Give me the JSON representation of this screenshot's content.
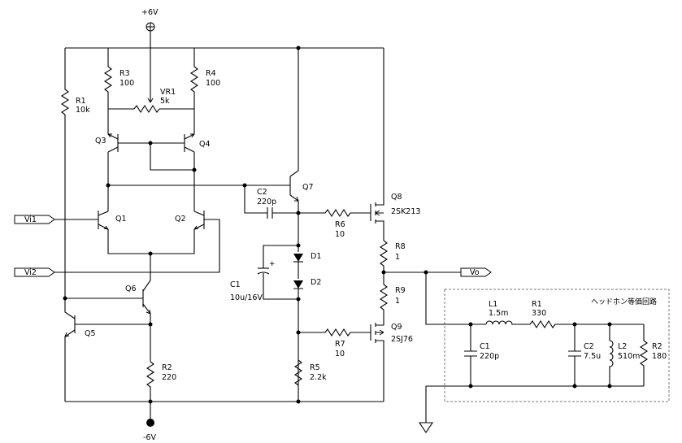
{
  "supply": {
    "positive": "+6V",
    "negative": "-6V"
  },
  "components": {
    "R3": {
      "ref": "R3",
      "value": "100"
    },
    "R4": {
      "ref": "R4",
      "value": "100"
    },
    "VR1": {
      "ref": "VR1",
      "value": "5k"
    },
    "R1": {
      "ref": "R1",
      "value": "10k"
    },
    "R2": {
      "ref": "R2",
      "value": "220"
    },
    "R5": {
      "ref": "R5",
      "value": "2.2k"
    },
    "R6": {
      "ref": "R6",
      "value": "10"
    },
    "R7": {
      "ref": "R7",
      "value": "10"
    },
    "R8": {
      "ref": "R8",
      "value": "1"
    },
    "R9": {
      "ref": "R9",
      "value": "1"
    },
    "C1": {
      "ref": "C1",
      "value": "10u/16V"
    },
    "C2": {
      "ref": "C2",
      "value": "220p"
    },
    "D1": {
      "ref": "D1"
    },
    "D2": {
      "ref": "D2"
    },
    "Q1": {
      "ref": "Q1"
    },
    "Q2": {
      "ref": "Q2"
    },
    "Q3": {
      "ref": "Q3"
    },
    "Q4": {
      "ref": "Q4"
    },
    "Q5": {
      "ref": "Q5"
    },
    "Q6": {
      "ref": "Q6"
    },
    "Q7": {
      "ref": "Q7"
    },
    "Q8": {
      "ref": "Q8",
      "value": "2SK213"
    },
    "Q9": {
      "ref": "Q9",
      "value": "2SJ76"
    }
  },
  "ports": {
    "in1": "Vi1",
    "in2": "Vi2",
    "out": "Vo"
  },
  "headphone": {
    "title": "ヘッドホン等価回路",
    "L1": {
      "ref": "L1",
      "value": "1.5m"
    },
    "R1": {
      "ref": "R1",
      "value": "330"
    },
    "C1": {
      "ref": "C1",
      "value": "220p"
    },
    "C2": {
      "ref": "C2",
      "value": "7.5u"
    },
    "L2": {
      "ref": "L2",
      "value": "510m"
    },
    "R2": {
      "ref": "R2",
      "value": "180"
    }
  }
}
